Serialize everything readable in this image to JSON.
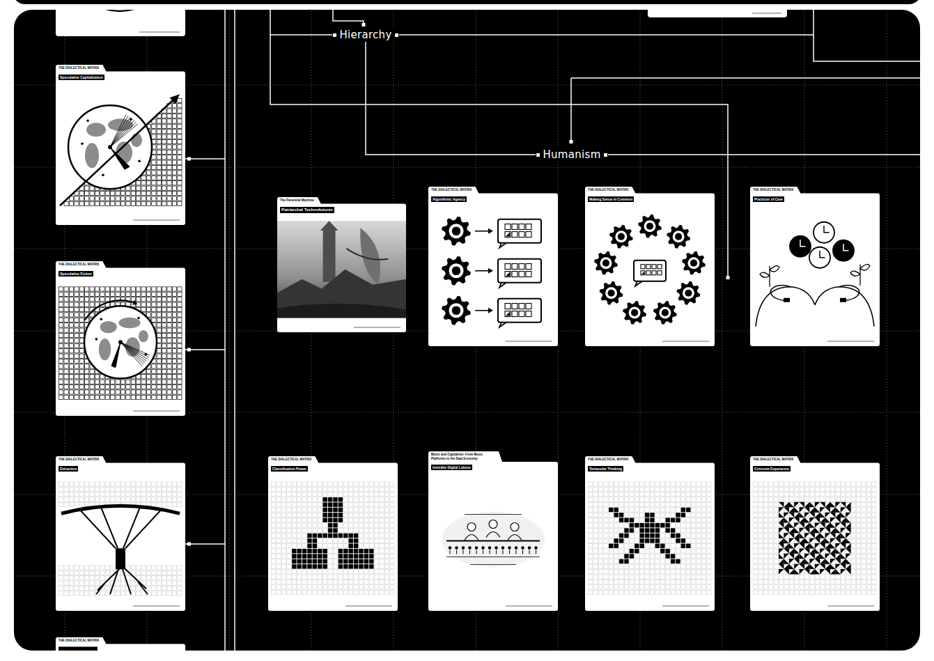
{
  "diagram": {
    "nodes": [
      {
        "text": [
          "Hierarchy"
        ]
      },
      {
        "text": [
          "Humanism"
        ]
      },
      {
        "text": [
          "THE DIALECTICAL MATRIX",
          "Speculative Capitalization"
        ]
      },
      {
        "text": [
          "THE DIALECTICAL MATRIX",
          "Speculative Fiction"
        ]
      },
      {
        "text": [
          "THE DIALECTICAL MATRIX",
          "Extraction"
        ]
      },
      {
        "text": [
          "THE DIALECTICAL MATRIX"
        ]
      },
      {
        "text": [
          "The Perennial Machine",
          "Patriarchal Technofutures"
        ]
      },
      {
        "text": [
          "THE DIALECTICAL MATRIX",
          "Algorithmic Agency"
        ]
      },
      {
        "text": [
          "THE DIALECTICAL MATRIX",
          "Making Sense in Common"
        ]
      },
      {
        "text": [
          "THE DIALECTICAL MATRIX",
          "Practices of Care"
        ]
      },
      {
        "text": [
          "THE DIALECTICAL MATRIX",
          "Classification Power"
        ]
      },
      {
        "text": [
          "Music and Capitalism: From Music Platforms to the Data Economy",
          "Invisible Digital Labour"
        ]
      },
      {
        "text": [
          "THE DIALECTICAL MATRIX",
          "Tentacular Thinking"
        ]
      },
      {
        "text": [
          "THE DIALECTICAL MATRIX",
          "Concrete Experience"
        ]
      }
    ],
    "edges": [
      {
        "from": 0,
        "to": 1,
        "arrow": "none"
      }
    ]
  }
}
